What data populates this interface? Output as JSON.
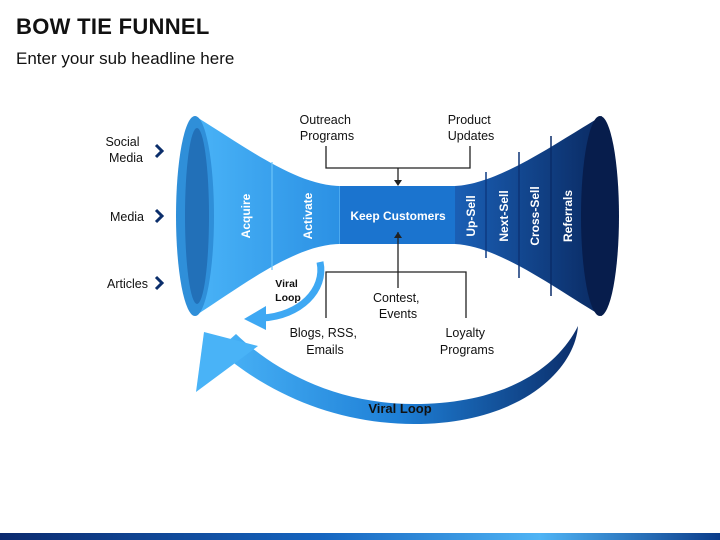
{
  "title": "BOW TIE FUNNEL",
  "subtitle": "Enter your sub headline here",
  "inputs": [
    "Social Media",
    "Media",
    "Articles"
  ],
  "left_stages": [
    "Acquire",
    "Activate"
  ],
  "center": "Keep Customers",
  "right_stages": [
    "Up-Sell",
    "Next-Sell",
    "Cross-Sell",
    "Referrals"
  ],
  "top_labels": [
    "Outreach Programs",
    "Product Updates"
  ],
  "bottom_labels": [
    "Contest, Events",
    "Blogs, RSS, Emails",
    "Loyalty Programs"
  ],
  "small_loop": "Viral Loop",
  "big_loop": "Viral Loop",
  "colors": {
    "light_blue": "#3ea8f3",
    "mid_blue": "#1e7fd6",
    "dark_blue": "#0b2e6b",
    "navy": "#061a45"
  }
}
